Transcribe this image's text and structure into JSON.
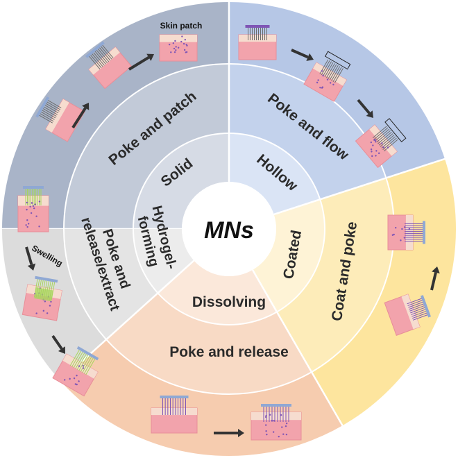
{
  "center": {
    "label": "MNs"
  },
  "sectors": [
    {
      "id": "solid",
      "type": "Solid",
      "mode": "Poke and patch",
      "note": "Skin patch",
      "colors": {
        "outer": "#a9b4c8",
        "mid": "#c2cad8",
        "inner": "#d6dbe5"
      }
    },
    {
      "id": "hollow",
      "type": "Hollow",
      "mode": "Poke and flow",
      "colors": {
        "outer": "#b6c7e6",
        "mid": "#c3d2ec",
        "inner": "#dae4f5"
      }
    },
    {
      "id": "coated",
      "type": "Coated",
      "mode": "Coat and poke",
      "colors": {
        "outer": "#fde59e",
        "mid": "#fdecb9",
        "inner": "#fef3d6"
      }
    },
    {
      "id": "dissolving",
      "type": "Dissolving",
      "mode": "Poke and release",
      "colors": {
        "outer": "#f6ccaf",
        "mid": "#f8dac5",
        "inner": "#fbe8da"
      }
    },
    {
      "id": "hydrogel",
      "type_lines": [
        "Hydrogel-",
        "forming"
      ],
      "mode_lines": [
        "Poke and",
        "release/extract"
      ],
      "note": "Swelling",
      "colors": {
        "outer": "#dcdcdc",
        "mid": "#e4e4e4",
        "inner": "#ececec"
      }
    }
  ],
  "palette": {
    "tissue": "#f2a3ac",
    "tissue_dark": "#e88e98",
    "epidermis": "#f6dccf",
    "backing": "#8fa8d4",
    "needle": "#6c6c6c",
    "drug": "#7f55b5",
    "hydrogel": "#a6d65b",
    "arrow": "#333333",
    "stroke": "#ffffff"
  }
}
